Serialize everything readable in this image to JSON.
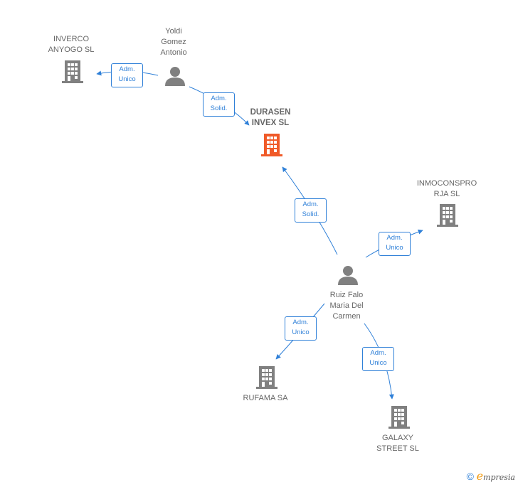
{
  "colors": {
    "edge": "#2f80d8",
    "company": "#808080",
    "company_main": "#f05a28",
    "person": "#808080"
  },
  "nodes": {
    "inverco": {
      "label": "INVERCO\nANYOGO SL",
      "kind": "company"
    },
    "yoldi": {
      "label": "Yoldi\nGomez\nAntonio",
      "kind": "person"
    },
    "durasen": {
      "label": "DURASEN\nINVEX SL",
      "kind": "company-main"
    },
    "inmoconspro": {
      "label": "INMOCONSPRO\nRJA SL",
      "kind": "company"
    },
    "ruiz": {
      "label": "Ruiz Falo\nMaria Del\nCarmen",
      "kind": "person"
    },
    "rufama": {
      "label": "RUFAMA SA",
      "kind": "company"
    },
    "galaxy": {
      "label": "GALAXY\nSTREET SL",
      "kind": "company"
    }
  },
  "edges": {
    "yoldi_inverco": {
      "label": "Adm.\nUnico"
    },
    "yoldi_durasen": {
      "label": "Adm.\nSolid."
    },
    "ruiz_durasen": {
      "label": "Adm.\nSolid."
    },
    "ruiz_inmoconspro": {
      "label": "Adm.\nUnico"
    },
    "ruiz_rufama": {
      "label": "Adm.\nUnico"
    },
    "ruiz_galaxy": {
      "label": "Adm.\nUnico"
    }
  },
  "watermark": {
    "symbol": "©",
    "brand_initial": "e",
    "brand_rest": "mpresia"
  }
}
